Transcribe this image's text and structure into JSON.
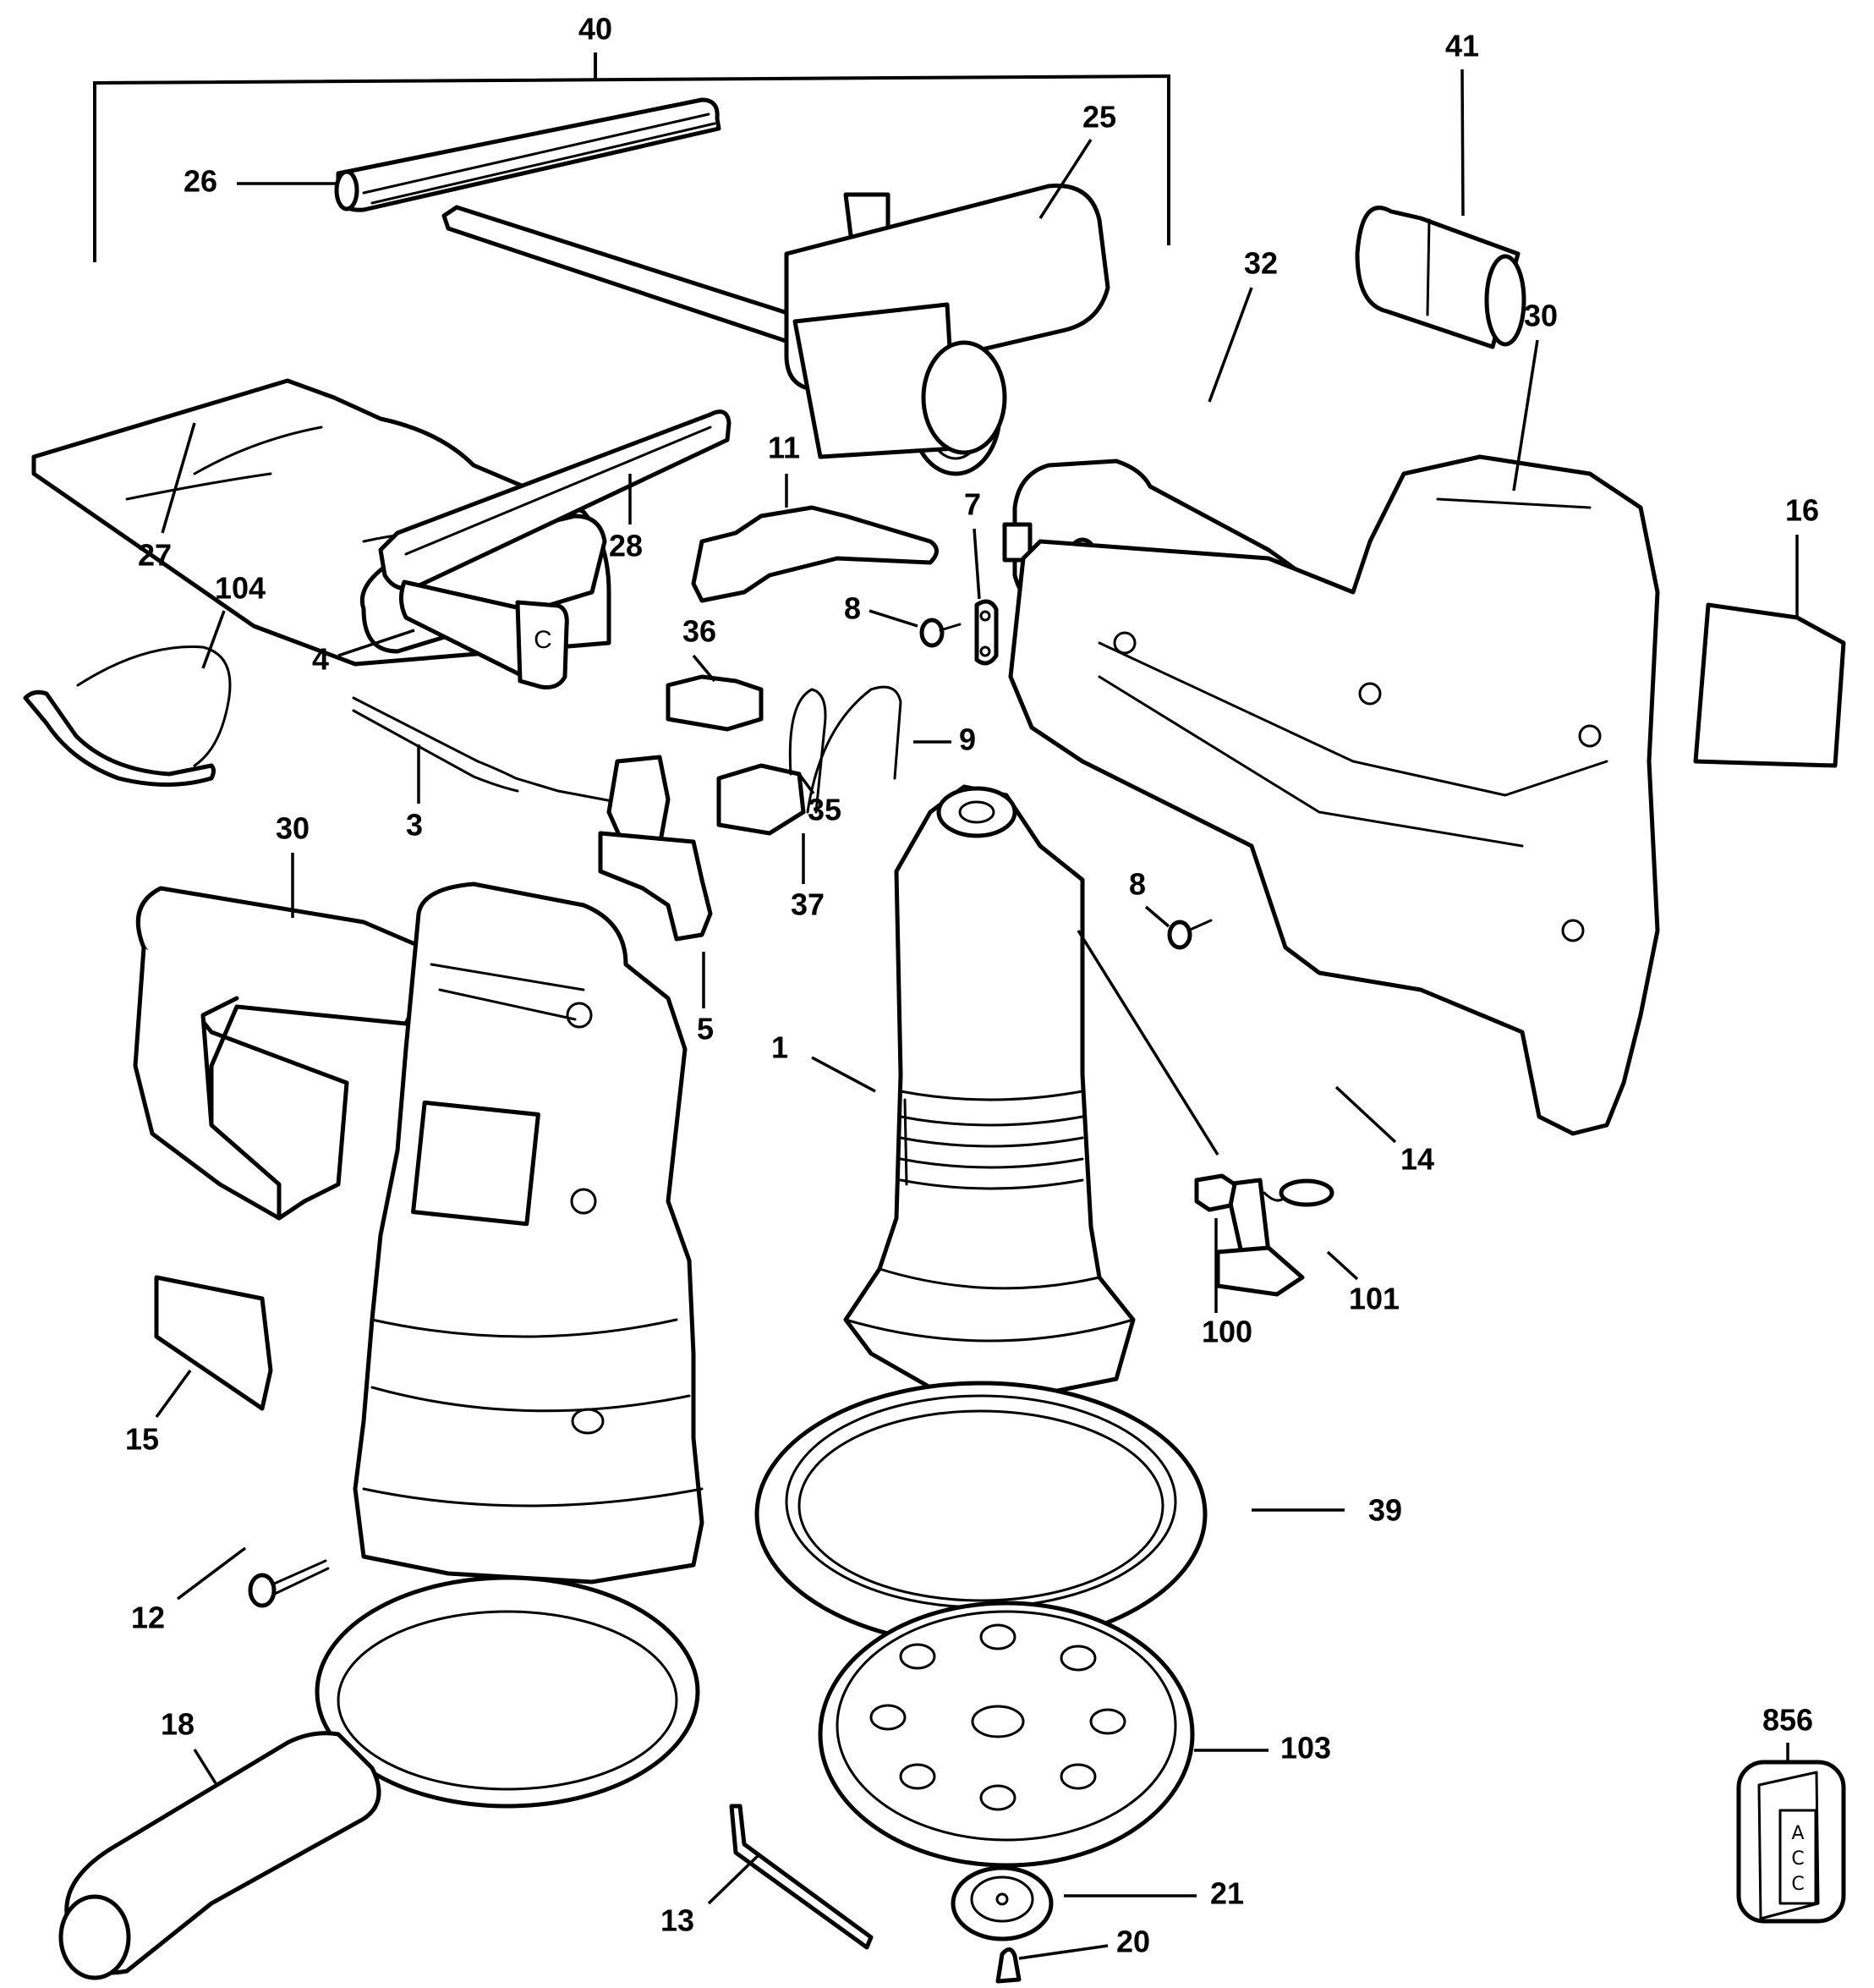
{
  "diagram": {
    "type": "exploded-parts-diagram",
    "subject": "random orbit sander",
    "ink_color": "#000000",
    "background_color": "#ffffff"
  },
  "labels": {
    "p40": "40",
    "p41": "41",
    "p25": "25",
    "p26": "26",
    "p32": "32",
    "p30_right": "30",
    "p27": "27",
    "p28": "28",
    "p11": "11",
    "p7": "7",
    "p8_upper": "8",
    "p104": "104",
    "p16": "16",
    "p4": "4",
    "p36": "36",
    "p9": "9",
    "p3": "3",
    "p35": "35",
    "p37": "37",
    "p30_left": "30",
    "p8_lower": "8",
    "p5": "5",
    "p1": "1",
    "p14": "14",
    "p100": "100",
    "p101": "101",
    "p15": "15",
    "p39": "39",
    "p12": "12",
    "p18": "18",
    "p856": "856",
    "p103": "103",
    "p21": "21",
    "p13": "13",
    "p20": "20"
  },
  "parts_kit_card": {
    "text_line1": "A",
    "text_line2": "C",
    "text_line3": "C"
  },
  "switch_cover_letter": "C"
}
